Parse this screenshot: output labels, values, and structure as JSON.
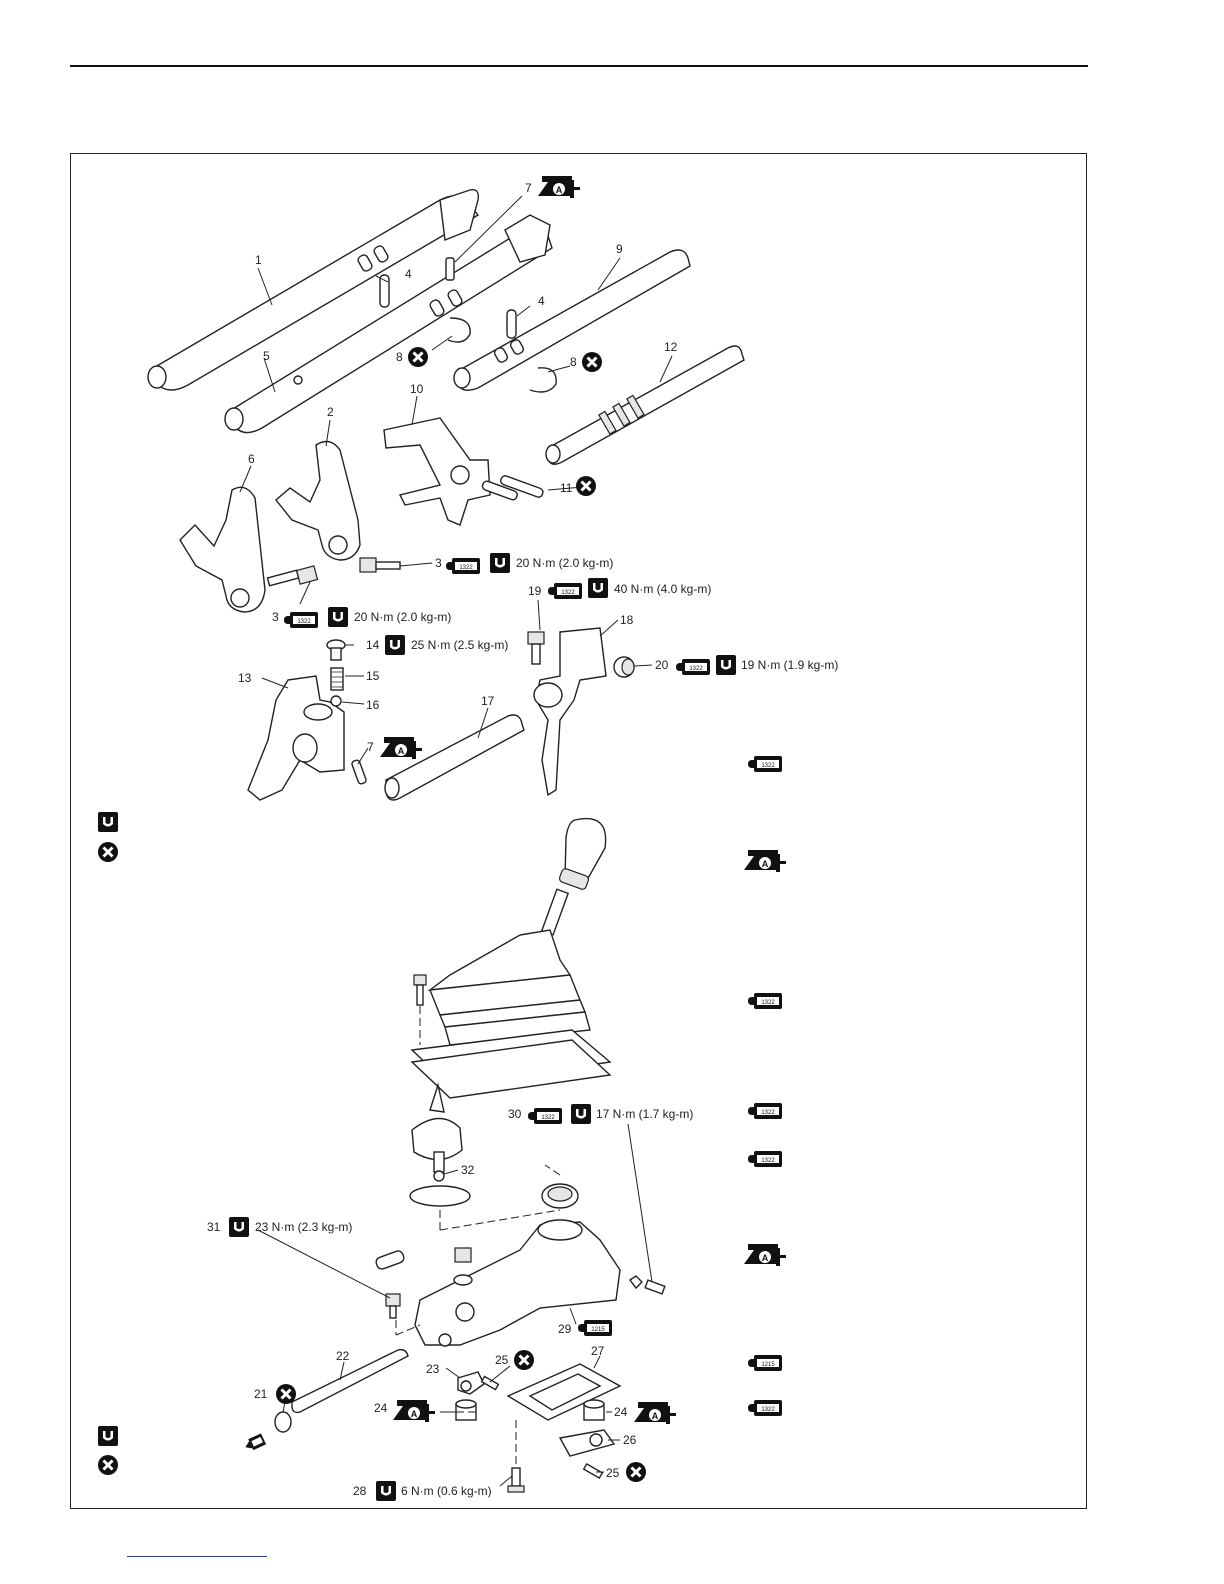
{
  "callouts": {
    "c1": "1",
    "c2": "2",
    "c3a": "3",
    "c3b": "3",
    "c4a": "4",
    "c4b": "4",
    "c5": "5",
    "c6": "6",
    "c7a": "7",
    "c7b": "7",
    "c8a": "8",
    "c8b": "8",
    "c9": "9",
    "c10": "10",
    "c11": "11",
    "c12": "12",
    "c13": "13",
    "c14": "14",
    "c15": "15",
    "c16": "16",
    "c17": "17",
    "c18": "18",
    "c19": "19",
    "c20": "20",
    "c21": "21",
    "c22": "22",
    "c23": "23",
    "c24a": "24",
    "c24b": "24",
    "c25a": "25",
    "c25b": "25",
    "c26": "26",
    "c27": "27",
    "c28": "28",
    "c29": "29",
    "c30": "30",
    "c31": "31",
    "c32": "32"
  },
  "torques": {
    "t3a": "20 N·m (2.0 kg-m)",
    "t3b": "20 N·m (2.0 kg-m)",
    "t14": "25 N·m (2.5 kg-m)",
    "t19": "40 N·m (4.0 kg-m)",
    "t20": "19 N·m (1.9 kg-m)",
    "t30": "17 N·m (1.7 kg-m)",
    "t31": "23 N·m (2.3 kg-m)",
    "t28": "6 N·m (0.6 kg-m)"
  },
  "sealant_codes": {
    "s1322": "1322",
    "s1215": "1215"
  },
  "grease_code": "A",
  "icons": {
    "torque": "torque-wrench-icon",
    "replace": "do-not-reuse-icon",
    "sealant": "sealant-tube-icon",
    "grease": "grease-gun-icon"
  }
}
